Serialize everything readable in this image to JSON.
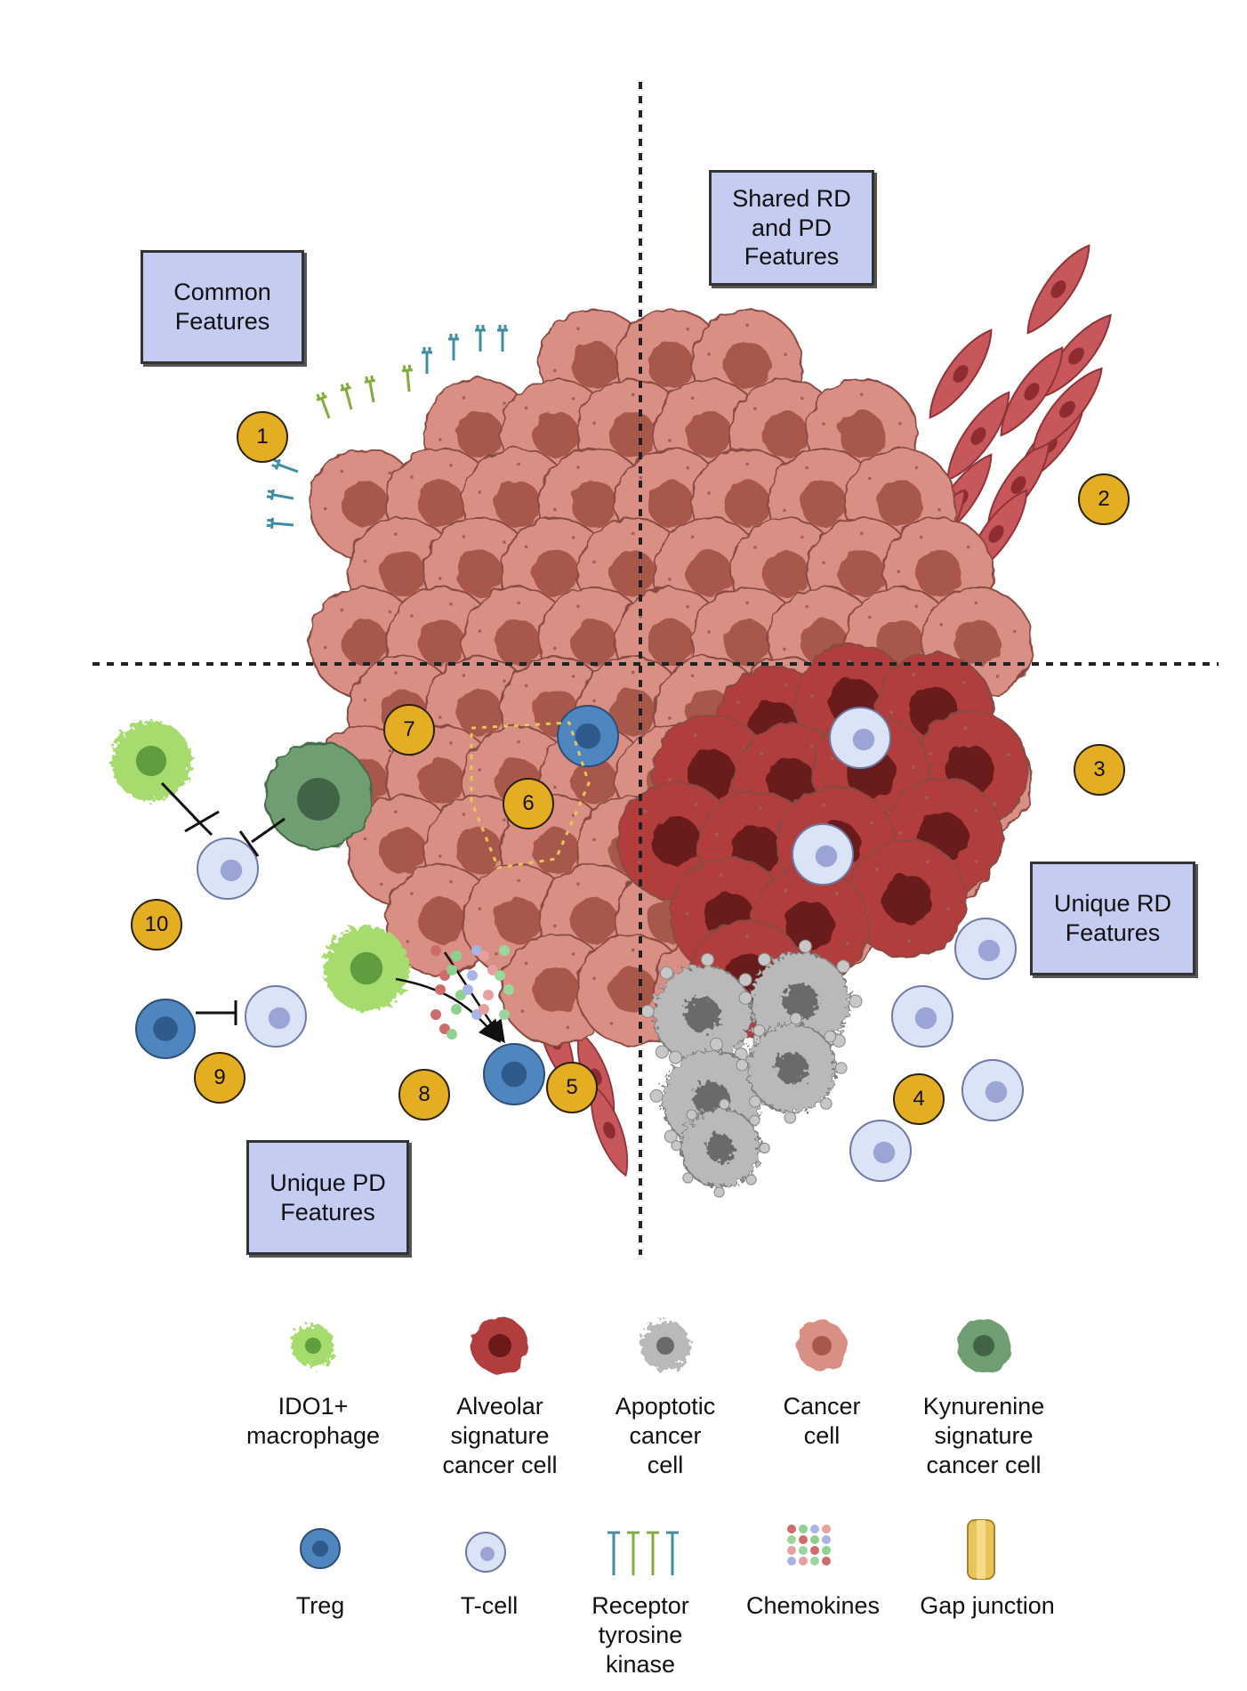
{
  "quadrant_labels": {
    "common": "Common\nFeatures",
    "shared": "Shared RD\nand PD\nFeatures",
    "unique_rd": "Unique RD\nFeatures",
    "unique_pd": "Unique PD\nFeatures"
  },
  "markers": [
    "1",
    "2",
    "3",
    "4",
    "5",
    "6",
    "7",
    "8",
    "9",
    "10"
  ],
  "legend": [
    {
      "name": "idm",
      "label": "IDO1+\nmacrophage",
      "icon": "ido1-macrophage-icon"
    },
    {
      "name": "alv",
      "label": "Alveolar\nsignature\ncancer cell",
      "icon": "alveolar-cancer-cell-icon"
    },
    {
      "name": "apo",
      "label": "Apoptotic\ncancer\ncell",
      "icon": "apoptotic-cancer-cell-icon"
    },
    {
      "name": "can",
      "label": "Cancer\ncell",
      "icon": "cancer-cell-icon"
    },
    {
      "name": "kyn",
      "label": "Kynurenine\nsignature\ncancer cell",
      "icon": "kynurenine-cancer-cell-icon"
    },
    {
      "name": "treg",
      "label": "Treg",
      "icon": "treg-icon"
    },
    {
      "name": "tcell",
      "label": "T-cell",
      "icon": "t-cell-icon"
    },
    {
      "name": "rtk",
      "label": "Receptor\ntyrosine\nkinase",
      "icon": "receptor-tyrosine-kinase-icon"
    },
    {
      "name": "chem",
      "label": "Chemokines",
      "icon": "chemokines-icon"
    },
    {
      "name": "gap",
      "label": "Gap junction",
      "icon": "gap-junction-icon"
    }
  ],
  "colors": {
    "cancer_cell": "#d98f84",
    "cancer_nucleus": "#a8584c",
    "alveolar_cell": "#b23c3c",
    "alveolar_nucleus": "#6b1a1a",
    "apoptotic": "#b9b9b9",
    "macrophage": "#a6dc6e",
    "kynurenine": "#6f9e73",
    "treg": "#4f86bf",
    "t_cell": "#dbe3f7",
    "marker": "#e4ad22",
    "box": "#c4ccf2",
    "fibroblast": "#c7575b"
  }
}
